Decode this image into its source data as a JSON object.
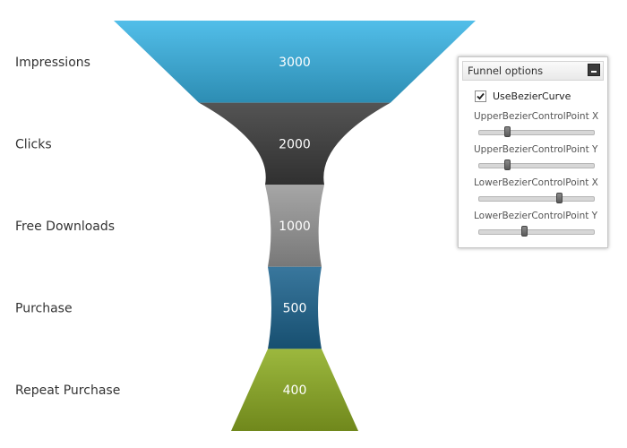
{
  "chart_data": {
    "type": "funnel",
    "categories": [
      "Impressions",
      "Clicks",
      "Free Downloads",
      "Purchase",
      "Repeat Purchase"
    ],
    "values": [
      3000,
      2000,
      1000,
      500,
      400
    ],
    "colors": [
      "#3ab5e6",
      "#3d3d3d",
      "#9a9a9a",
      "#1e6590",
      "#8fae24"
    ],
    "bezier_curve": true
  },
  "options_panel": {
    "title": "Funnel options",
    "use_bezier_label": "UseBezierCurve",
    "use_bezier_checked": true,
    "sliders": [
      {
        "label": "UpperBezierControlPoint X",
        "value": 0.25
      },
      {
        "label": "UpperBezierControlPoint Y",
        "value": 0.25
      },
      {
        "label": "LowerBezierControlPoint X",
        "value": 0.7
      },
      {
        "label": "LowerBezierControlPoint Y",
        "value": 0.4
      }
    ]
  }
}
